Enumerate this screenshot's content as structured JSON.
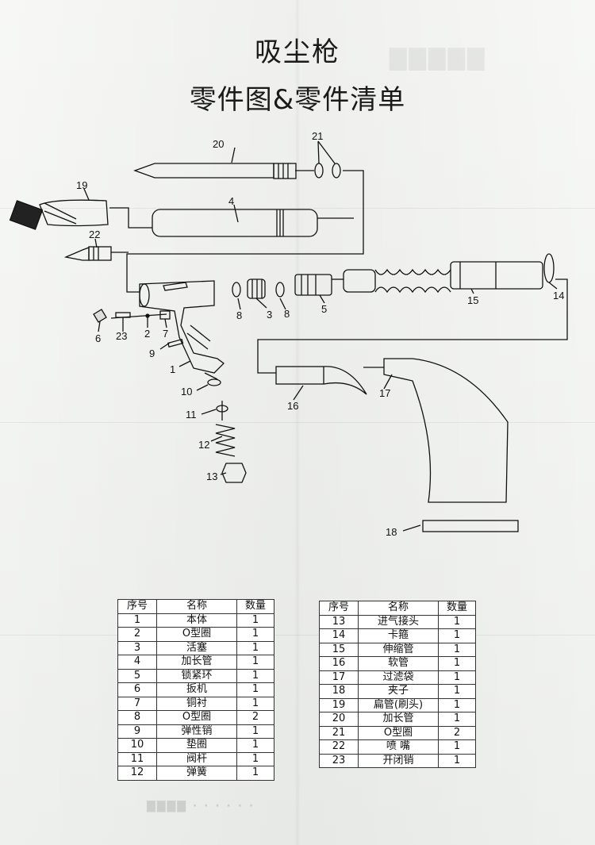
{
  "header": {
    "title": "吸尘枪",
    "subtitle": "零件图&零件清单"
  },
  "diagram": {
    "labels": [
      "20",
      "21",
      "19",
      "4",
      "22",
      "8",
      "3",
      "8",
      "5",
      "15",
      "14",
      "6",
      "23",
      "2",
      "7",
      "9",
      "1",
      "10",
      "11",
      "12",
      "13",
      "16",
      "17",
      "18"
    ]
  },
  "tables": {
    "headers": {
      "no": "序号",
      "name": "名称",
      "qty": "数量"
    },
    "left": [
      {
        "no": "1",
        "name": "本体",
        "qty": "1"
      },
      {
        "no": "2",
        "name": "O型圈",
        "qty": "1"
      },
      {
        "no": "3",
        "name": "活塞",
        "qty": "1"
      },
      {
        "no": "4",
        "name": "加长管",
        "qty": "1"
      },
      {
        "no": "5",
        "name": "锁紧环",
        "qty": "1"
      },
      {
        "no": "6",
        "name": "扳机",
        "qty": "1"
      },
      {
        "no": "7",
        "name": "铜衬",
        "qty": "1"
      },
      {
        "no": "8",
        "name": "O型圈",
        "qty": "2"
      },
      {
        "no": "9",
        "name": "弹性销",
        "qty": "1"
      },
      {
        "no": "10",
        "name": "垫圈",
        "qty": "1"
      },
      {
        "no": "11",
        "name": "阀杆",
        "qty": "1"
      },
      {
        "no": "12",
        "name": "弹簧",
        "qty": "1"
      }
    ],
    "right": [
      {
        "no": "13",
        "name": "进气接头",
        "qty": "1"
      },
      {
        "no": "14",
        "name": "卡箍",
        "qty": "1"
      },
      {
        "no": "15",
        "name": "伸缩管",
        "qty": "1"
      },
      {
        "no": "16",
        "name": "软管",
        "qty": "1"
      },
      {
        "no": "17",
        "name": "过滤袋",
        "qty": "1"
      },
      {
        "no": "18",
        "name": "夹子",
        "qty": "1"
      },
      {
        "no": "19",
        "name": "扁管(刷头)",
        "qty": "1"
      },
      {
        "no": "20",
        "name": "加长管",
        "qty": "1"
      },
      {
        "no": "21",
        "name": "O型圈",
        "qty": "2"
      },
      {
        "no": "22",
        "name": "喷 嘴",
        "qty": "1"
      },
      {
        "no": "23",
        "name": "开闭销",
        "qty": "1"
      }
    ]
  }
}
